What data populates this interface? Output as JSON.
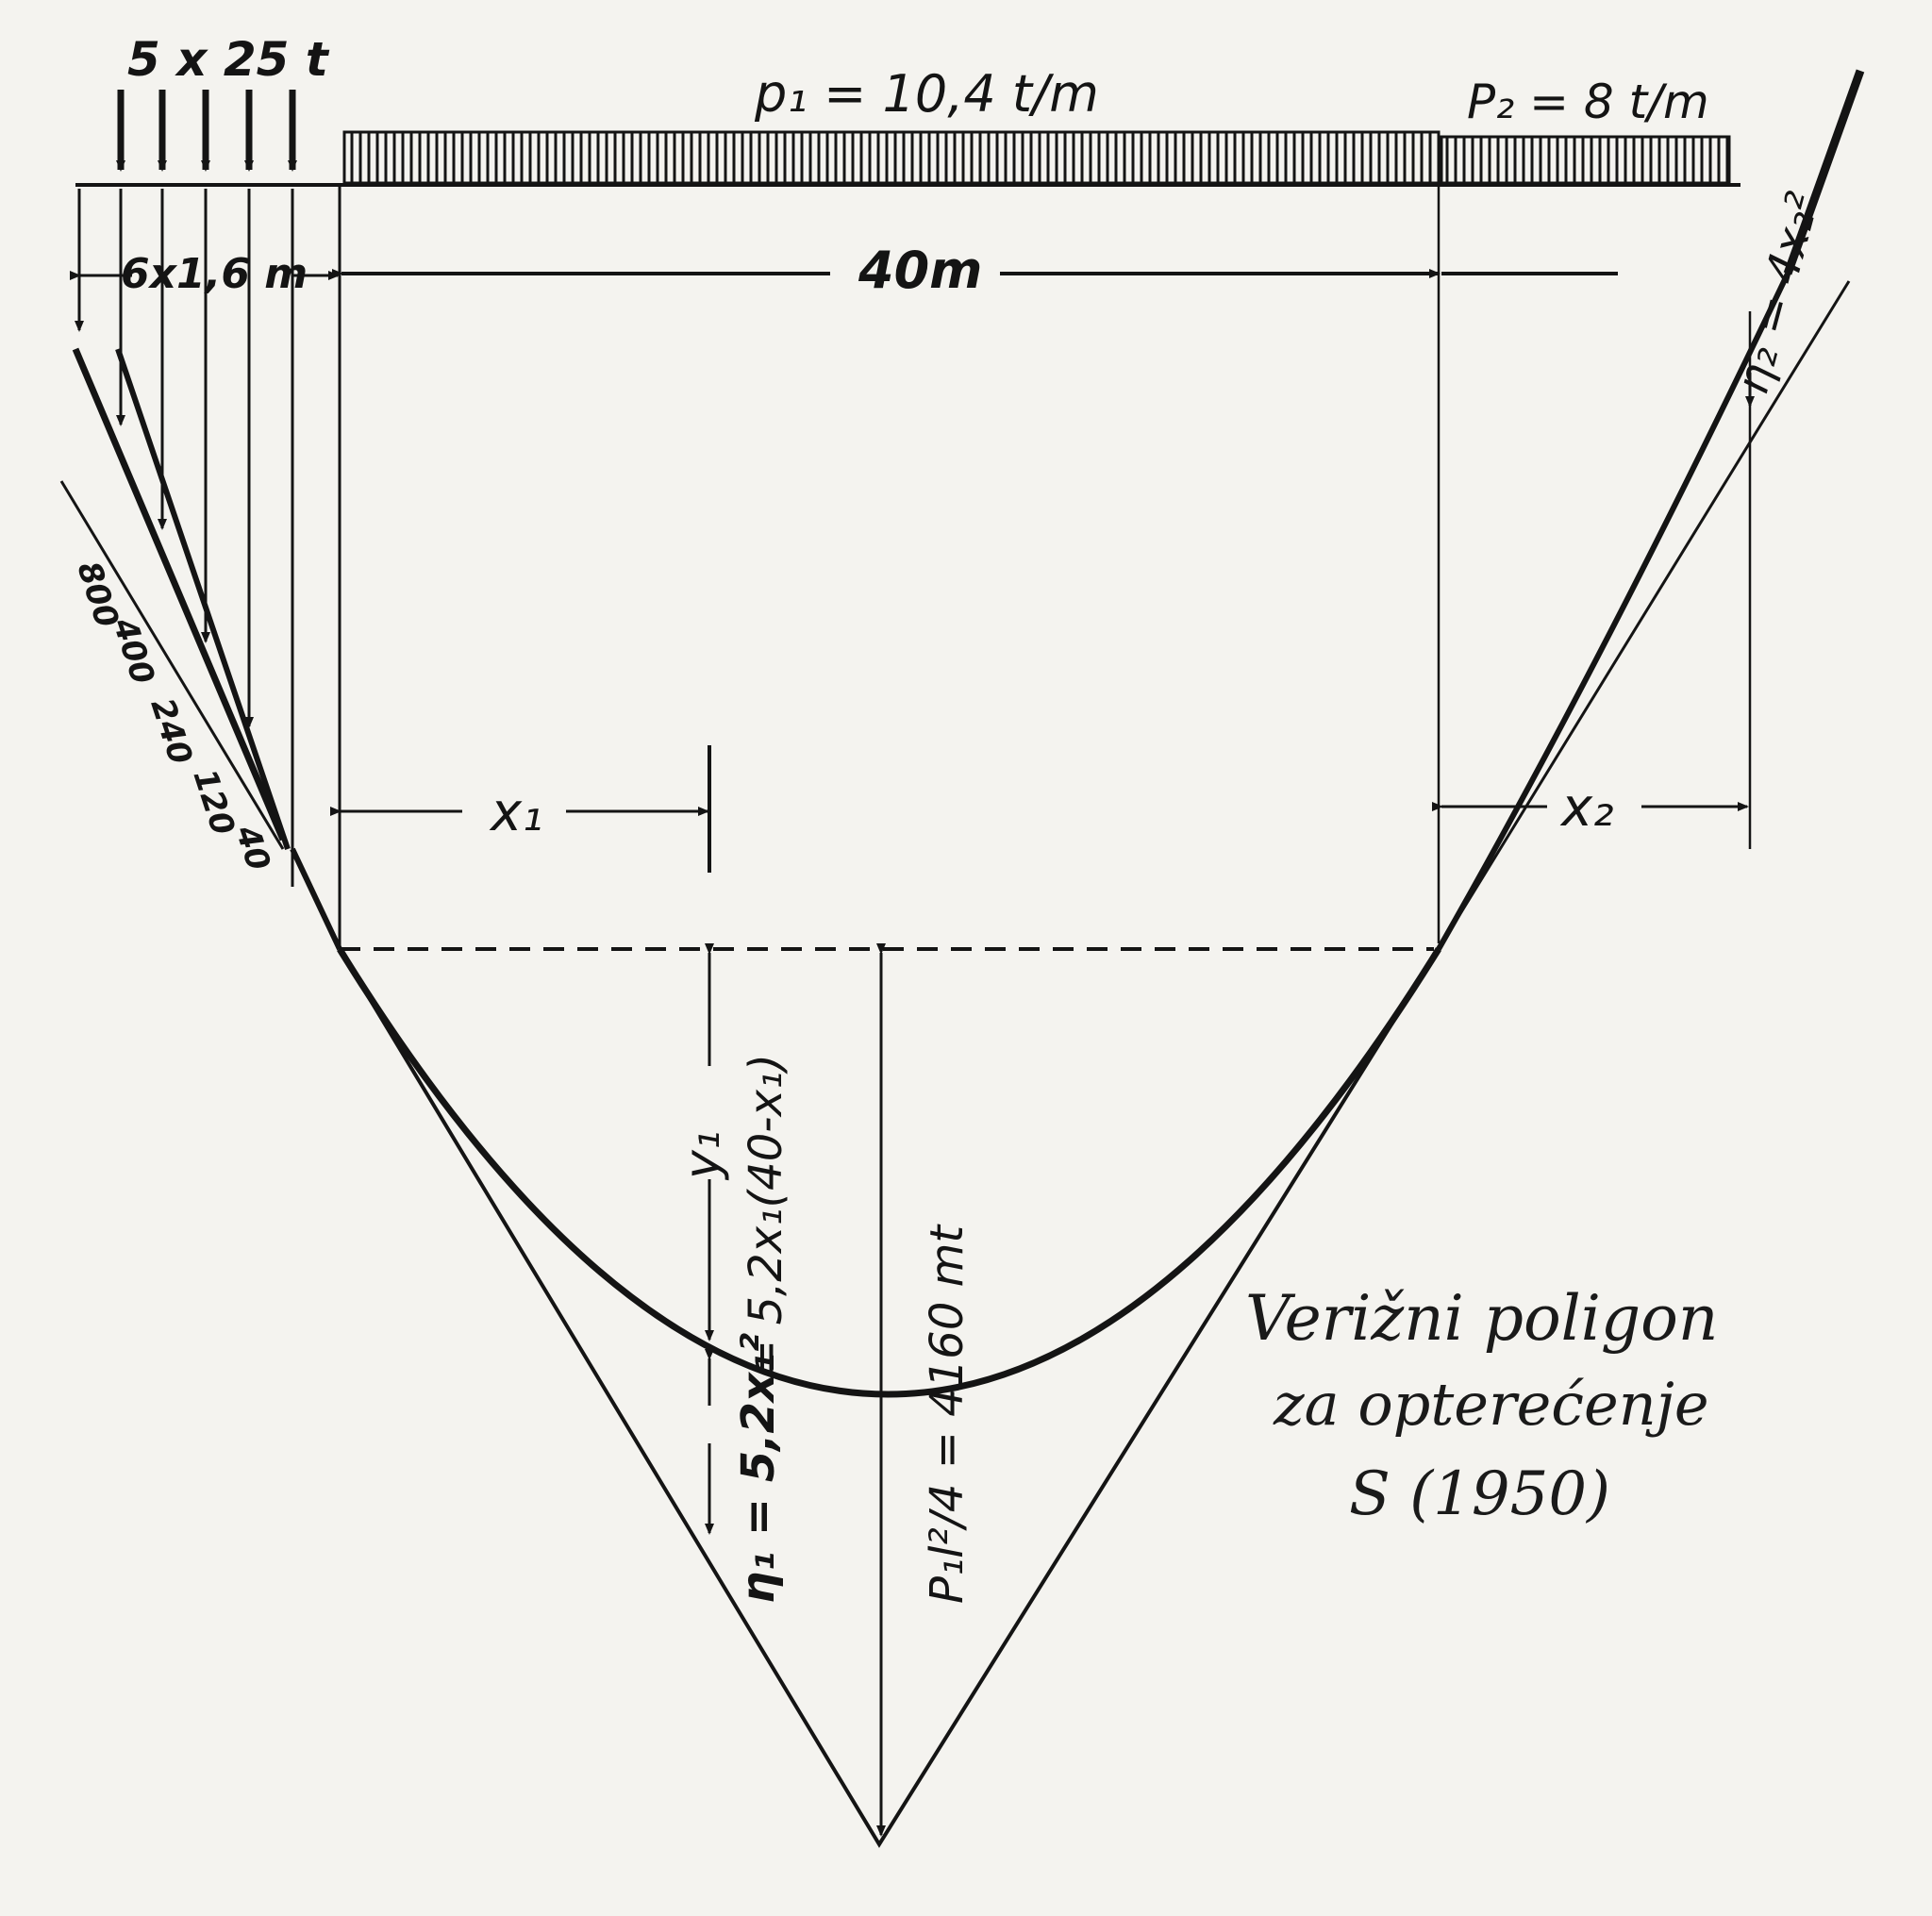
{
  "load": {
    "axles_label": "5 x 25 t",
    "axle_spacing_label": "6x1,6 m",
    "p1_label": "p₁ = 10,4 t/m",
    "p2_label": "P₂ = 8 t/m"
  },
  "dimensions": {
    "span_label": "40m",
    "x1_label": "x₁",
    "x2_label": "x₂"
  },
  "ordinates": {
    "left_values": [
      "800",
      "400",
      "240",
      "120",
      "40"
    ],
    "eta2_label": "η₂ = 4x₂²",
    "y1_symbol": "y₁",
    "y1_formula": "= 5,2x₁(40-x₁)",
    "eta1_label": "η₁ = 5,2x₁²",
    "max_moment_formula": "P₁l²/4 = 4160 mt"
  },
  "caption": {
    "line1": "Verižni poligon",
    "line2": "za opterećenje",
    "line3": "S (1950)"
  }
}
